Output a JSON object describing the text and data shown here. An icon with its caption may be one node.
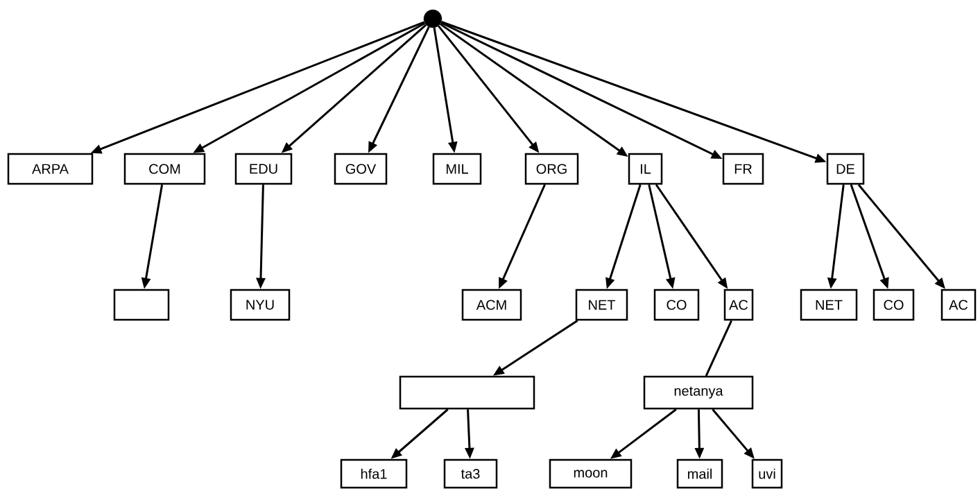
{
  "diagram": {
    "nodes": [
      {
        "text": [],
        "shape": "circle"
      },
      {
        "text": [
          "ARPA"
        ]
      },
      {
        "text": [
          "COM"
        ]
      },
      {
        "text": [
          "EDU"
        ]
      },
      {
        "text": [
          "GOV"
        ]
      },
      {
        "text": [
          "MIL"
        ]
      },
      {
        "text": [
          "ORG"
        ]
      },
      {
        "text": [
          "IL"
        ]
      },
      {
        "text": [
          "FR"
        ]
      },
      {
        "text": [
          "DE"
        ]
      },
      {
        "text": [],
        "shape": "box"
      },
      {
        "text": [
          "NYU"
        ]
      },
      {
        "text": [
          "ACM"
        ]
      },
      {
        "text": [
          "NET"
        ]
      },
      {
        "text": [
          "CO"
        ]
      },
      {
        "text": [
          "AC"
        ]
      },
      {
        "text": [
          "NET"
        ]
      },
      {
        "text": [
          "CO"
        ]
      },
      {
        "text": [
          "AC"
        ]
      },
      {
        "text": [],
        "shape": "box"
      },
      {
        "text": [
          "netanya"
        ]
      },
      {
        "text": [
          "hfa1"
        ]
      },
      {
        "text": [
          "ta3"
        ]
      },
      {
        "text": [
          "moon"
        ]
      },
      {
        "text": [
          "mail"
        ]
      },
      {
        "text": [
          "uvi"
        ]
      }
    ],
    "edges": [
      {
        "from": 0,
        "to": 1,
        "arrow": "to"
      },
      {
        "from": 0,
        "to": 2,
        "arrow": "to"
      },
      {
        "from": 0,
        "to": 3,
        "arrow": "to"
      },
      {
        "from": 0,
        "to": 4,
        "arrow": "to"
      },
      {
        "from": 0,
        "to": 5,
        "arrow": "to"
      },
      {
        "from": 0,
        "to": 6,
        "arrow": "to"
      },
      {
        "from": 0,
        "to": 7,
        "arrow": "to"
      },
      {
        "from": 0,
        "to": 8,
        "arrow": "to"
      },
      {
        "from": 0,
        "to": 9,
        "arrow": "to"
      },
      {
        "from": 2,
        "to": 10,
        "arrow": "to"
      },
      {
        "from": 3,
        "to": 11,
        "arrow": "to"
      },
      {
        "from": 6,
        "to": 12,
        "arrow": "to"
      },
      {
        "from": 7,
        "to": 13,
        "arrow": "to"
      },
      {
        "from": 7,
        "to": 14,
        "arrow": "to"
      },
      {
        "from": 7,
        "to": 15,
        "arrow": "to"
      },
      {
        "from": 9,
        "to": 16,
        "arrow": "to"
      },
      {
        "from": 9,
        "to": 17,
        "arrow": "to"
      },
      {
        "from": 9,
        "to": 18,
        "arrow": "to"
      },
      {
        "from": 13,
        "to": 19,
        "arrow": "to"
      },
      {
        "from": 15,
        "to": 20,
        "arrow": "none"
      },
      {
        "from": 19,
        "to": 21,
        "arrow": "to"
      },
      {
        "from": 19,
        "to": 22,
        "arrow": "to"
      },
      {
        "from": 20,
        "to": 23,
        "arrow": "to"
      },
      {
        "from": 20,
        "to": 24,
        "arrow": "to"
      },
      {
        "from": 20,
        "to": 25,
        "arrow": "to"
      }
    ]
  }
}
